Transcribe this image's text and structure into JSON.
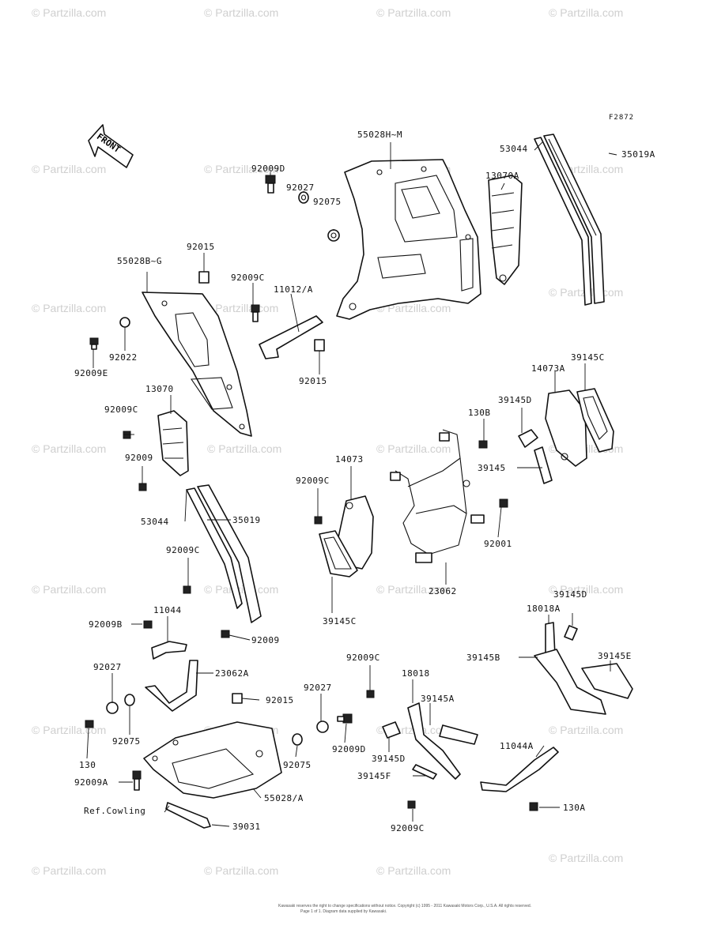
{
  "diagram_code": "F2872",
  "front_arrow": "FRONT",
  "watermark": "© Partzilla.com",
  "labels": {
    "p55028HM": "55028H~M",
    "p53044_top": "53044",
    "p35019A": "35019A",
    "p13070A": "13070A",
    "p92009D_top": "92009D",
    "p92027_top": "92027",
    "p92075_top": "92075",
    "p92015_top": "92015",
    "p55028BG": "55028B~G",
    "p92009C_a": "92009C",
    "p11012A": "11012/A",
    "p92022": "92022",
    "p92009E": "92009E",
    "p92015_mid": "92015",
    "p13070": "13070",
    "p92009C_b": "92009C",
    "p92009_a": "92009",
    "p14073A": "14073A",
    "p39145C_top": "39145C",
    "p39145D_a": "39145D",
    "p130B": "130B",
    "p39145": "39145",
    "p14073": "14073",
    "p92009C_c": "92009C",
    "p53044_mid": "53044",
    "p35019": "35019",
    "p92009C_d": "92009C",
    "p92001": "92001",
    "p23062": "23062",
    "p39145C_mid": "39145C",
    "p11044": "11044",
    "p92009B": "92009B",
    "p92009_b": "92009",
    "p39145D_b": "39145D",
    "p18018A": "18018A",
    "p39145B": "39145B",
    "p39145E": "39145E",
    "p92027_low": "92027",
    "p23062A": "23062A",
    "p92009C_e": "92009C",
    "p18018": "18018",
    "p92015_low": "92015",
    "p92027_low2": "92027",
    "p39145A": "39145A",
    "p92075_low": "92075",
    "p130": "130",
    "p92075_low2": "92075",
    "p92009D_low": "92009D",
    "p11044A": "11044A",
    "p39145D_c": "39145D",
    "p92009A": "92009A",
    "p55028A": "55028/A",
    "p39145F": "39145F",
    "pRefCowling": "Ref.Cowling",
    "p39031": "39031",
    "p130A": "130A",
    "p92009C_f": "92009C"
  },
  "footer": {
    "line1": "Kawasaki reserves the right to change specifications without notice. Copyright (c) 1995 - 2011 Kawasaki Motors Corp., U.S.A. All rights reserved.",
    "line2": "Page 1 of 1. Diagram data supplied by Kawasaki."
  }
}
